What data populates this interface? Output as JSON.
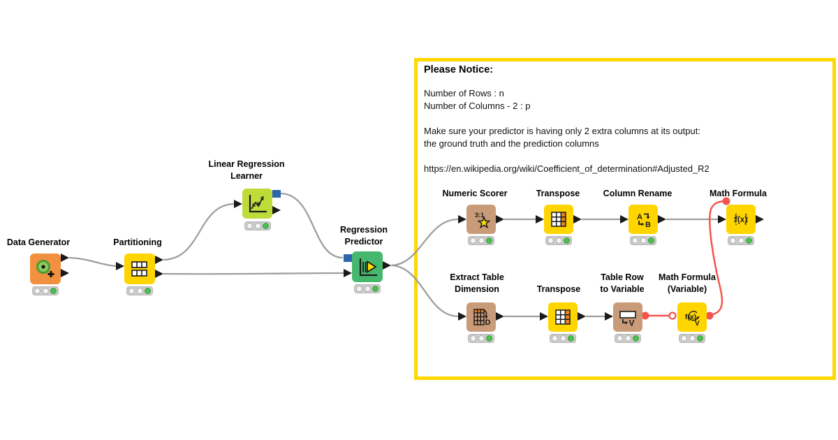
{
  "annotation": {
    "title": "Please Notice:",
    "body": "Number of Rows : n\nNumber of Columns - 2 : p\n\nMake sure your predictor is having only 2 extra columns at its output:\nthe ground truth and the prediction columns\n\nhttps://en.wikipedia.org/wiki/Coefficient_of_determination#Adjusted_R2",
    "border_color": "#FFD800"
  },
  "nodes": [
    {
      "label": "Data Generator",
      "category": "source",
      "color": "#F1913F",
      "icon": "data-generator-icon",
      "status": "executed"
    },
    {
      "label": "Partitioning",
      "category": "manipulator",
      "color": "#FFD500",
      "icon": "partitioning-icon",
      "status": "executed"
    },
    {
      "label": "Linear Regression\nLearner",
      "category": "learner",
      "color": "#BEDB3A",
      "icon": "regression-learner-icon",
      "status": "executed"
    },
    {
      "label": "Regression\nPredictor",
      "category": "predictor",
      "color": "#46B86E",
      "icon": "regression-predictor-icon",
      "status": "executed"
    },
    {
      "label": "Numeric Scorer",
      "category": "scorer",
      "color": "#C99B78",
      "icon": "numeric-scorer-icon",
      "status": "executed"
    },
    {
      "label": "Transpose",
      "category": "manipulator",
      "color": "#FFD500",
      "icon": "transpose-icon",
      "status": "executed"
    },
    {
      "label": "Column Rename",
      "category": "manipulator",
      "color": "#FFD500",
      "icon": "column-rename-icon",
      "status": "executed"
    },
    {
      "label": "Math Formula",
      "category": "manipulator",
      "color": "#FFD500",
      "icon": "math-formula-icon",
      "status": "executed"
    },
    {
      "label": "Extract Table\nDimension",
      "category": "other",
      "color": "#C99B78",
      "icon": "extract-table-dimension-icon",
      "status": "executed"
    },
    {
      "label": "Transpose",
      "category": "manipulator",
      "color": "#FFD500",
      "icon": "transpose-icon",
      "status": "executed"
    },
    {
      "label": "Table Row\nto Variable",
      "category": "other",
      "color": "#C99B78",
      "icon": "table-row-to-variable-icon",
      "status": "executed"
    },
    {
      "label": "Math Formula\n(Variable)",
      "category": "manipulator",
      "color": "#FFD500",
      "icon": "math-formula-variable-icon",
      "status": "executed"
    }
  ],
  "connections": [
    {
      "from": "Data Generator",
      "to": "Partitioning",
      "type": "data"
    },
    {
      "from": "Partitioning",
      "to": "Linear Regression Learner",
      "type": "data"
    },
    {
      "from": "Partitioning",
      "to": "Regression Predictor",
      "type": "data"
    },
    {
      "from": "Linear Regression Learner",
      "to": "Regression Predictor",
      "type": "model"
    },
    {
      "from": "Regression Predictor",
      "to": "Numeric Scorer",
      "type": "data"
    },
    {
      "from": "Regression Predictor",
      "to": "Extract Table Dimension",
      "type": "data"
    },
    {
      "from": "Numeric Scorer",
      "to": "Transpose",
      "type": "data"
    },
    {
      "from": "Transpose",
      "to": "Column Rename",
      "type": "data"
    },
    {
      "from": "Column Rename",
      "to": "Math Formula",
      "type": "data"
    },
    {
      "from": "Extract Table Dimension",
      "to": "Transpose",
      "type": "data"
    },
    {
      "from": "Transpose",
      "to": "Table Row to Variable",
      "type": "data"
    },
    {
      "from": "Table Row to Variable",
      "to": "Math Formula (Variable)",
      "type": "variable"
    },
    {
      "from": "Math Formula (Variable)",
      "to": "Math Formula",
      "type": "variable"
    }
  ],
  "colors": {
    "canvas": "#FFFFFF",
    "wire": "#9E9E9E",
    "variable_wire": "#F4544C",
    "model_port": "#2E64AE",
    "data_port": "#1A1A1A",
    "status_green": "#4CC04E",
    "annotation_border": "#FFD800"
  }
}
